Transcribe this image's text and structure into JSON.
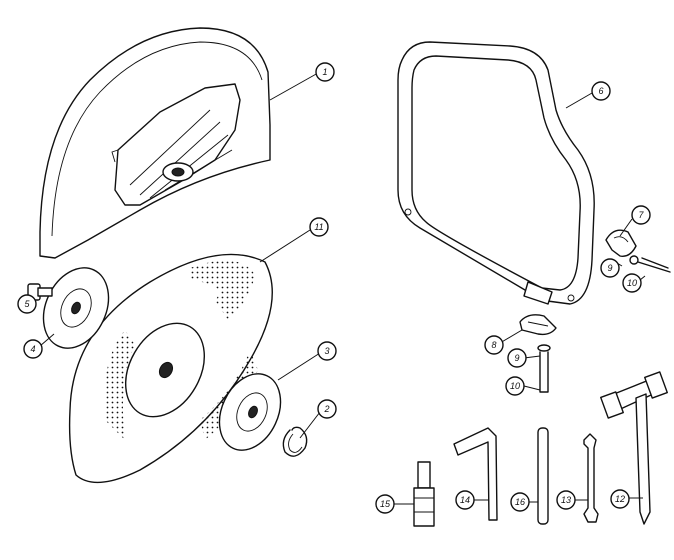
{
  "callouts": [
    {
      "id": "c1",
      "label": "1"
    },
    {
      "id": "c2",
      "label": "2"
    },
    {
      "id": "c3",
      "label": "3"
    },
    {
      "id": "c4",
      "label": "4"
    },
    {
      "id": "c5",
      "label": "5"
    },
    {
      "id": "c6",
      "label": "6"
    },
    {
      "id": "c7",
      "label": "7"
    },
    {
      "id": "c8",
      "label": "8"
    },
    {
      "id": "c9a",
      "label": "9"
    },
    {
      "id": "c9b",
      "label": "9"
    },
    {
      "id": "c10a",
      "label": "10"
    },
    {
      "id": "c10b",
      "label": "10"
    },
    {
      "id": "c11",
      "label": "11"
    },
    {
      "id": "c12",
      "label": "12"
    },
    {
      "id": "c13",
      "label": "13"
    },
    {
      "id": "c14",
      "label": "14"
    },
    {
      "id": "c15",
      "label": "15"
    },
    {
      "id": "c16",
      "label": "16"
    }
  ],
  "colors": {
    "ink": "#111111",
    "paper": "#ffffff"
  }
}
